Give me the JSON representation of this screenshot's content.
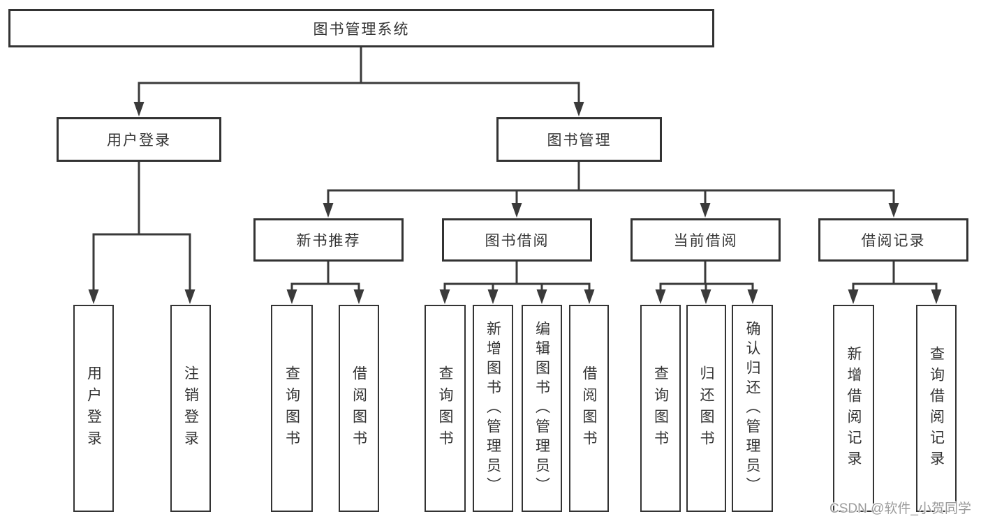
{
  "diagram": {
    "root": {
      "label": "图书管理系统"
    },
    "branches": [
      {
        "label": "用户登录",
        "children": [
          {
            "label": "用户登录"
          },
          {
            "label": "注销登录"
          }
        ]
      },
      {
        "label": "图书管理",
        "groups": [
          {
            "label": "新书推荐",
            "children": [
              {
                "label": "查询图书"
              },
              {
                "label": "借阅图书"
              }
            ]
          },
          {
            "label": "图书借阅",
            "children": [
              {
                "label": "查询图书"
              },
              {
                "label": "新增图书（管理员）"
              },
              {
                "label": "编辑图书（管理员）"
              },
              {
                "label": "借阅图书"
              }
            ]
          },
          {
            "label": "当前借阅",
            "children": [
              {
                "label": "查询图书"
              },
              {
                "label": "归还图书"
              },
              {
                "label": "确认归还（管理员）"
              }
            ]
          },
          {
            "label": "借阅记录",
            "children": [
              {
                "label": "新增借阅记录"
              },
              {
                "label": "查询借阅记录"
              }
            ]
          }
        ]
      }
    ]
  },
  "watermark": {
    "text": "CSDN @软件_小贺同学"
  },
  "colors": {
    "line": "#3a3a3a",
    "box_border": "#333333",
    "box_fill": "#ffffff",
    "text": "#333333",
    "watermark": "#9b9b9b",
    "background": "#ffffff"
  }
}
